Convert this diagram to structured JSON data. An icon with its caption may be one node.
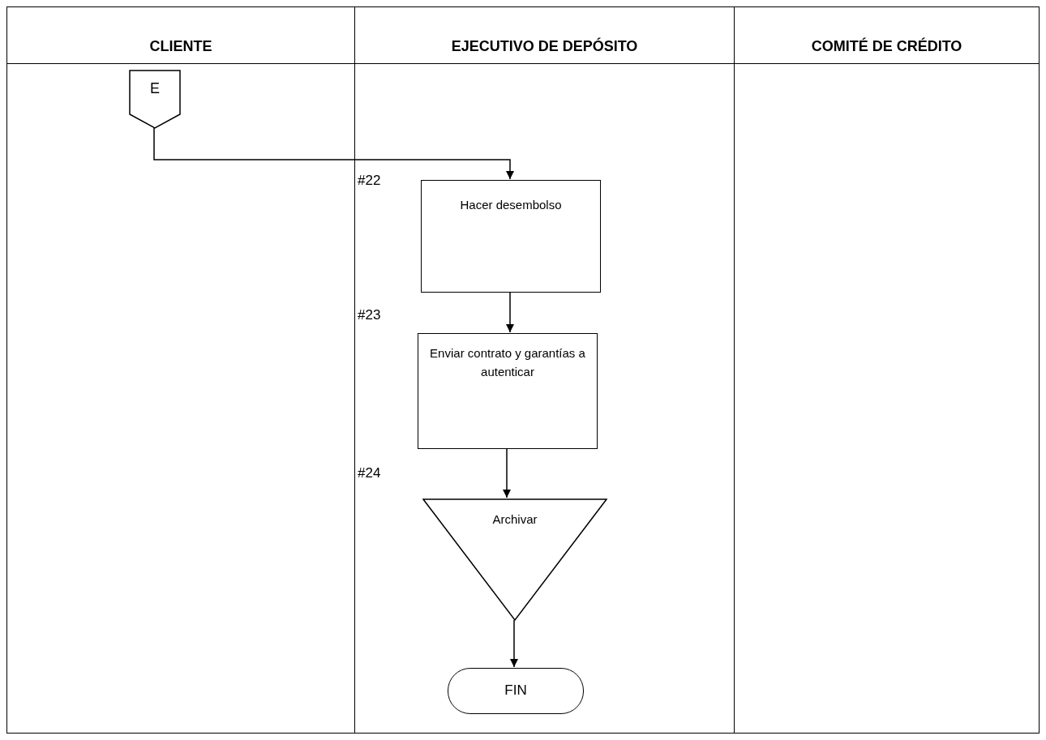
{
  "diagram": {
    "nodes": [
      {
        "text": [
          "CLIENTE"
        ]
      },
      {
        "text": [
          "EJECUTIVO DE DEPÓSITO"
        ]
      },
      {
        "text": [
          "COMITÉ DE CRÉDITO"
        ]
      },
      {
        "text": [
          "E"
        ],
        "in": 0
      },
      {
        "text": [
          "Hacer desembolso"
        ],
        "in": 1,
        "beside": [
          "#22"
        ]
      },
      {
        "text": [
          "Enviar contrato y garantías a autenticar"
        ],
        "in": 1,
        "beside": [
          "#23"
        ]
      },
      {
        "text": [
          "Archivar"
        ],
        "in": 1,
        "beside": [
          "#24"
        ]
      },
      {
        "text": [
          "FIN"
        ],
        "in": 1
      }
    ],
    "edges": [
      {
        "from": 3,
        "to": 4,
        "arrow": "to"
      },
      {
        "from": 4,
        "to": 5,
        "arrow": "to"
      },
      {
        "from": 5,
        "to": 6,
        "arrow": "to"
      },
      {
        "from": 6,
        "to": 7,
        "arrow": "to"
      }
    ]
  }
}
